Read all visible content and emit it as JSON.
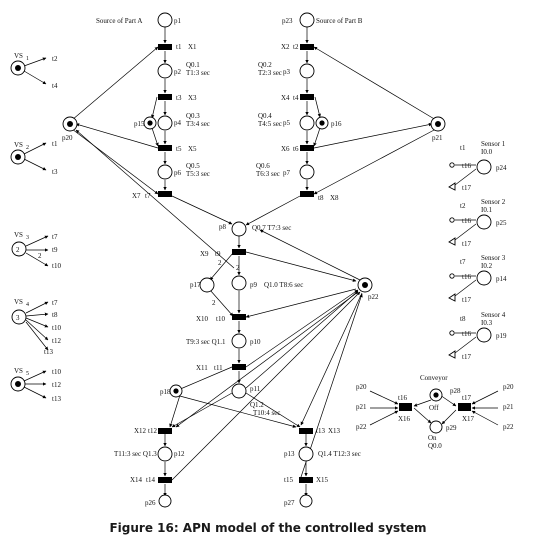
{
  "caption": "Figure 16: APN model of the controlled system",
  "nodes": {
    "p1": "p1",
    "p2": "p2",
    "p3": "p3",
    "p4": "p4",
    "p5": "p5",
    "p6": "p6",
    "p7": "p7",
    "p8": "p8",
    "p9": "p9",
    "p10": "p10",
    "p11": "p11",
    "p12": "p12",
    "p13": "p13",
    "p14": "p14",
    "p15": "p15",
    "p16": "p16",
    "p17": "p17",
    "p18": "p18",
    "p19": "p19",
    "p20": "p20",
    "p21": "p21",
    "p22": "p22",
    "p23": "p23",
    "p24": "p24",
    "p25": "p25",
    "p26": "p26",
    "p27": "p27",
    "p28": "p28",
    "p29": "p29",
    "t1": "t1",
    "t2": "t2",
    "t3": "t3",
    "t4": "t4",
    "t5": "t5",
    "t6": "t6",
    "t7": "t7",
    "t8": "t8",
    "t9": "t9",
    "t10": "t10",
    "t11": "t11",
    "t12": "t12",
    "t13": "t13",
    "t14": "t14",
    "t15": "t15",
    "t16": "t16",
    "t17": "t17"
  },
  "labels": {
    "source_a": "Source of Part A",
    "source_b": "Source of Part B",
    "x1": "X1",
    "x2": "X2",
    "x3": "X3",
    "x4": "X4",
    "x5": "X5",
    "x6": "X6",
    "x7": "X7",
    "x8": "X8",
    "x9": "X9",
    "x10": "X10",
    "x11": "X11",
    "x12": "X12",
    "x13": "X13",
    "x14": "X14",
    "x15": "X15",
    "x16": "X16",
    "x17": "X17",
    "q01": "Q0.1",
    "t1s": "T1:3 sec",
    "q02": "Q0.2",
    "t2s": "T2:3 sec",
    "q03": "Q0.3",
    "t3s": "T3:4 sec",
    "q04": "Q0.4",
    "t4s": "T4:5 sec",
    "q05": "Q0.5",
    "t5s": "T5:3 sec",
    "q06": "Q0.6",
    "t6s": "T6:3 sec",
    "q07t7": "Q0.7 T7:3 sec",
    "q10t8": "Q1.0 T8:6 sec",
    "t9q11": "T9:3 sec Q1.1",
    "t11q13": "T11:3 sec Q1.3",
    "q12": "Q1.2",
    "t10s": "T10:4 sec",
    "q14t12": "Q1.4 T12:3 sec",
    "w2a": "2",
    "w2b": "2",
    "w2c": "2",
    "w2d": "2",
    "vs1": "VS",
    "vs2": "VS",
    "vs3": "VS",
    "vs4": "VS",
    "vs5": "VS",
    "vs1n": "1",
    "vs2n": "2",
    "vs3n": "3",
    "vs4n": "4",
    "vs5n": "5",
    "tok2": "2",
    "tok3": "3",
    "sensor1": "Sensor 1",
    "sensor2": "Sensor 2",
    "sensor3": "Sensor 3",
    "sensor4": "Sensor 4",
    "i00": "I0.0",
    "i01": "I0.1",
    "i02": "I0.2",
    "i03": "I0.3",
    "conveyor": "Conveyor",
    "off": "Off",
    "on": "On",
    "q00": "Q0.0"
  }
}
